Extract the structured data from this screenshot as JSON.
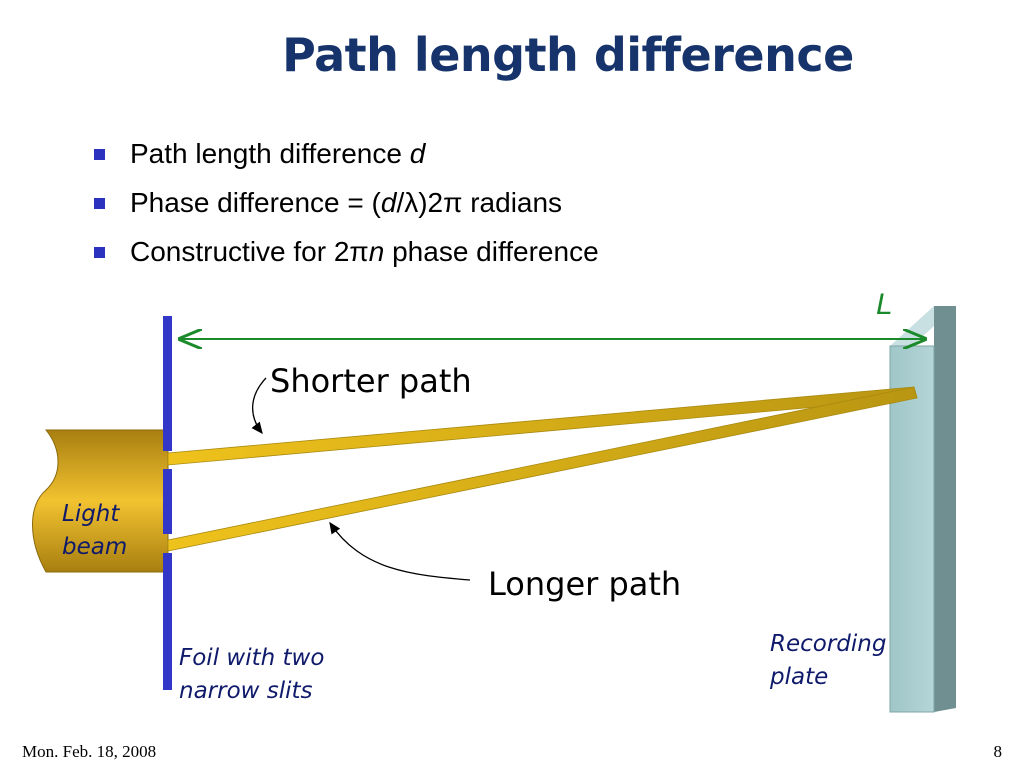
{
  "title": "Path length difference",
  "bullets": [
    {
      "before": "Path length difference ",
      "ital1": "d",
      "mid": "",
      "ital2": "",
      "after": ""
    },
    {
      "before": "Phase difference = (",
      "ital1": "d",
      "mid": "/λ)2π radians",
      "ital2": "",
      "after": ""
    },
    {
      "before": "Constructive for 2π",
      "ital1": "n",
      "mid": " phase difference",
      "ital2": "",
      "after": ""
    }
  ],
  "diagram": {
    "distance_label": "L",
    "shorter_path": "Shorter path",
    "longer_path": "Longer path",
    "light_beam": [
      "Light",
      "beam"
    ],
    "foil": [
      "Foil with two",
      "narrow slits"
    ],
    "plate": [
      "Recording",
      "plate"
    ],
    "colors": {
      "foil": "#3237c8",
      "beam": "#e8b512",
      "beam_dark": "#a07d0f",
      "plate": "#a3c8ca",
      "arrow": "#1a8a2a",
      "title": "#16336b"
    }
  },
  "footer": {
    "date": "Mon. Feb. 18, 2008",
    "page": "8"
  }
}
